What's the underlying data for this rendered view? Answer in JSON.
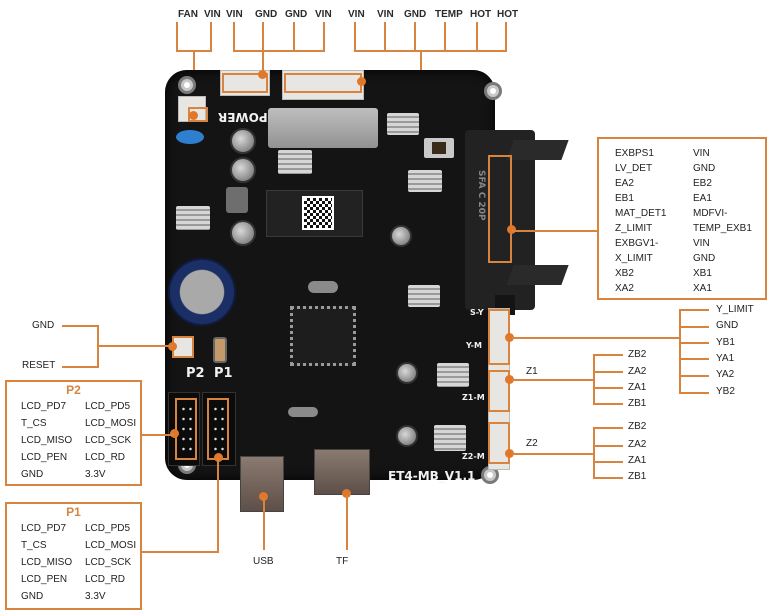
{
  "top_labels": {
    "group1": [
      "FAN",
      "VIN"
    ],
    "group2": [
      "VIN",
      "GND",
      "GND",
      "VIN"
    ],
    "group3": [
      "VIN",
      "VIN",
      "GND",
      "TEMP",
      "HOT",
      "HOT"
    ]
  },
  "board": {
    "name": "ET4-MB_V1.1",
    "silk_power": "POWER",
    "silk_p2": "P2",
    "silk_p1": "P1",
    "silk_sy": "S-Y",
    "silk_ym": "Y-M",
    "silk_z1m": "Z1-M",
    "silk_z2m": "Z2-M",
    "silk_conn": "SFA C 20P"
  },
  "ribbon_connector": {
    "left_col": [
      "EXBPS1",
      "LV_DET",
      "EA2",
      "EB1",
      "MAT_DET1",
      "Z_LIMIT",
      "EXBGV1-",
      "X_LIMIT",
      "XB2",
      "XA2"
    ],
    "right_col": [
      "VIN",
      "GND",
      "EB2",
      "EA1",
      "MDFVI-",
      "TEMP_EXB1",
      "VIN",
      "GND",
      "XB1",
      "XA1"
    ]
  },
  "y_connector": {
    "pins": [
      "Y_LIMIT",
      "GND",
      "YB1",
      "YA1",
      "YA2",
      "YB2"
    ]
  },
  "z1_connector": {
    "label": "Z1",
    "pins": [
      "ZB2",
      "ZA2",
      "ZA1",
      "ZB1"
    ]
  },
  "z2_connector": {
    "label": "Z2",
    "pins": [
      "ZB2",
      "ZA2",
      "ZA1",
      "ZB1"
    ]
  },
  "reset_connector": {
    "pins": [
      "GND",
      "RESET"
    ]
  },
  "p2_header": {
    "title": "P2",
    "left_col": [
      "LCD_PD7",
      "T_CS",
      "LCD_MISO",
      "LCD_PEN",
      "GND"
    ],
    "right_col": [
      "LCD_PD5",
      "LCD_MOSI",
      "LCD_SCK",
      "LCD_RD",
      "3.3V"
    ]
  },
  "p1_header": {
    "title": "P1",
    "left_col": [
      "LCD_PD7",
      "T_CS",
      "LCD_MISO",
      "LCD_PEN",
      "GND"
    ],
    "right_col": [
      "LCD_PD5",
      "LCD_MOSI",
      "LCD_SCK",
      "LCD_RD",
      "3.3V"
    ]
  },
  "bottom_labels": {
    "usb": "USB",
    "tf": "TF"
  },
  "colors": {
    "accent": "#d9843e",
    "board": "#141414",
    "title_orange": "#d9843e"
  }
}
